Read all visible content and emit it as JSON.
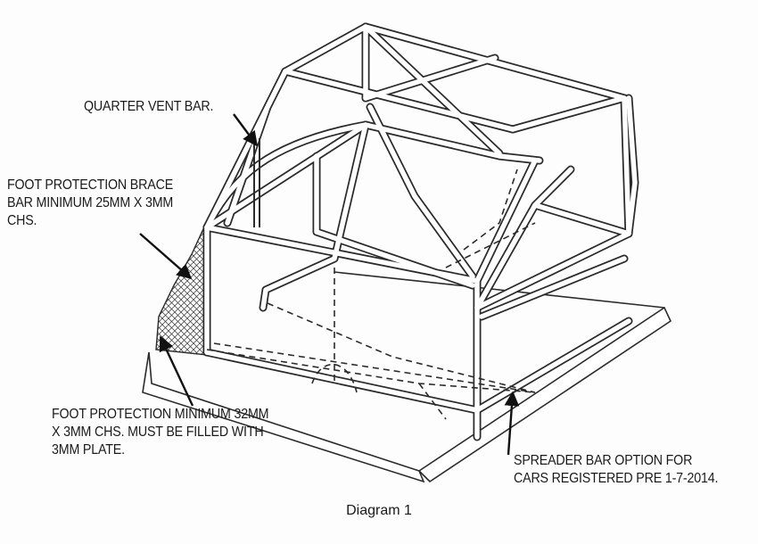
{
  "labels": {
    "quarter_vent_bar": "QUARTER VENT BAR.",
    "foot_protection_brace": "FOOT PROTECTION BRACE\nBAR MINIMUM 25MM X 3MM\nCHS.",
    "foot_protection_min": "FOOT PROTECTION MINIMUM 32MM\nX 3MM CHS. MUST BE FILLED WITH\n3MM PLATE.",
    "spreader_bar": "SPREADER BAR OPTION FOR\nCARS REGISTERED PRE 1-7-2014."
  },
  "caption": "Diagram 1",
  "colors": {
    "line": "#2b2b2b",
    "fill": "#ffffff",
    "background": "#fdfdfd"
  }
}
